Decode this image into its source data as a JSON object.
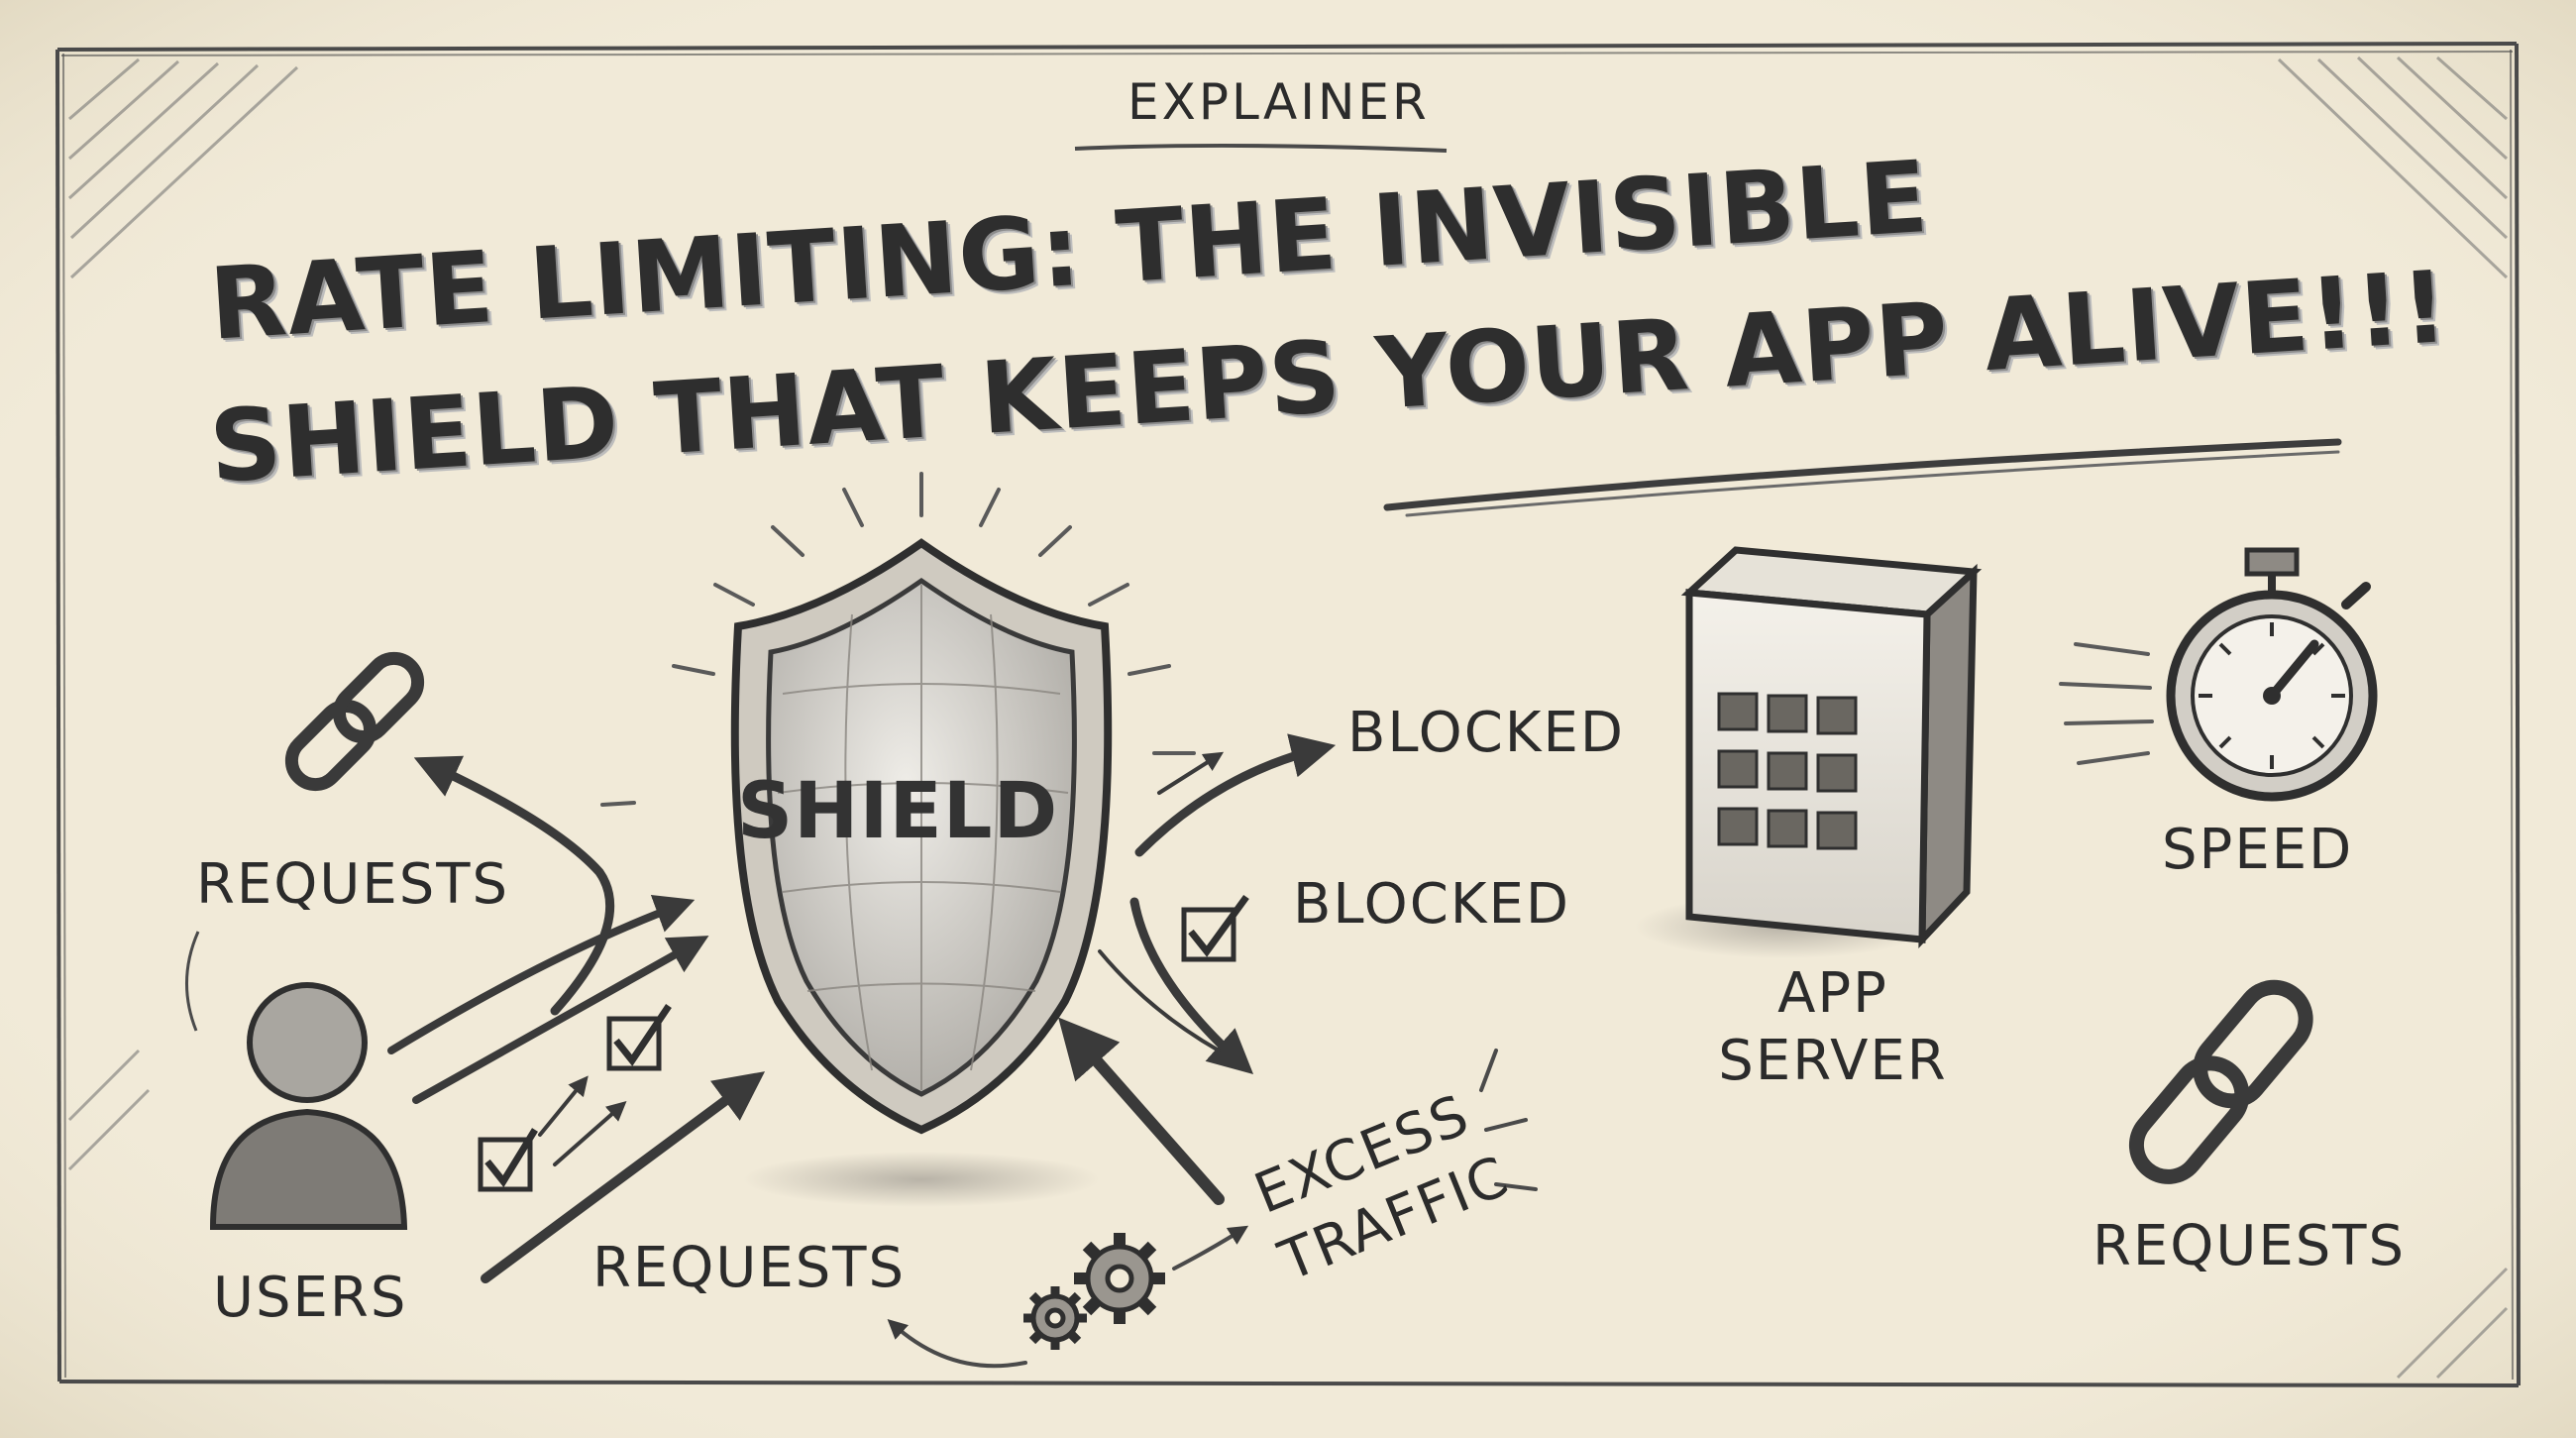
{
  "eyebrow": "EXPLAINER",
  "title": {
    "line1": "RATE LIMITING: THE INVISIBLE",
    "line2": "SHIELD THAT KEEPS YOUR APP ALIVE!!!"
  },
  "shield": {
    "label": "SHIELD"
  },
  "labels": {
    "requests_top_left": "REQUESTS",
    "users": "USERS",
    "requests_bottom": "REQUESTS",
    "blocked_1": "BLOCKED",
    "blocked_2": "BLOCKED",
    "excess_traffic_line1": "EXCESS",
    "excess_traffic_line2": "TRAFFIC",
    "app_server_line1": "APP",
    "app_server_line2": "SERVER",
    "speed": "SPEED",
    "requests_right": "REQUESTS"
  },
  "icons": [
    "chain-link-icon",
    "user-icon",
    "shield-icon",
    "checkbox-icon",
    "gear-icon",
    "server-icon",
    "stopwatch-icon",
    "arrow-icon"
  ],
  "colors": {
    "paper": "#f1ead8",
    "ink": "#2b2b2b",
    "shield_fill": "#d6d3cc"
  }
}
